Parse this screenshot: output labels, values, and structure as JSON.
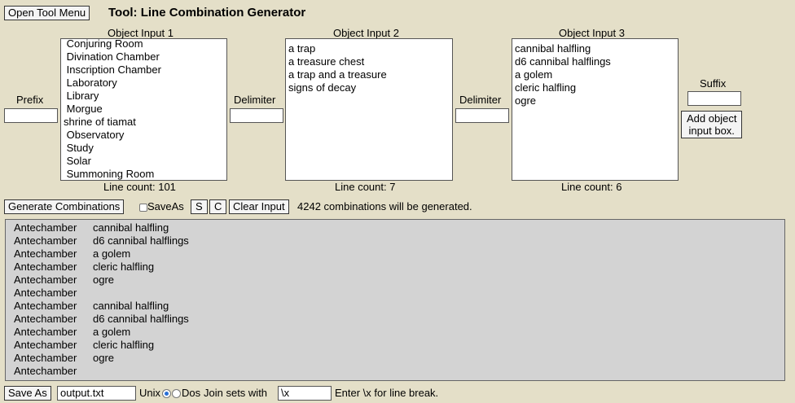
{
  "header": {
    "open_menu_label": "Open Tool Menu",
    "title": "Tool: Line Combination Generator"
  },
  "labels": {
    "prefix": "Prefix",
    "delimiter1": "Delimiter",
    "delimiter2": "Delimiter",
    "suffix": "Suffix",
    "add_box": [
      "Add object",
      "input box."
    ]
  },
  "inputs": [
    {
      "title": "Object Input 1",
      "lines": [
        " Conjuring Room",
        " Divination Chamber",
        " Inscription Chamber",
        " Laboratory",
        " Library",
        " Morgue",
        "shrine of tiamat",
        " Observatory",
        " Study",
        " Solar",
        " Summoning Room"
      ],
      "count": "Line count: 101"
    },
    {
      "title": "Object Input 2",
      "lines": [
        "a trap",
        "a treasure chest",
        "a trap and a treasure",
        "signs of decay"
      ],
      "count": "Line count: 7"
    },
    {
      "title": "Object Input 3",
      "lines": [
        "cannibal halfling",
        "d6 cannibal halflings",
        "a golem",
        "cleric halfling",
        "ogre"
      ],
      "count": "Line count: 6"
    }
  ],
  "controls": {
    "generate_label": "Generate Combinations",
    "saveas_check_label": "SaveAs",
    "s_label": "S",
    "c_label": "C",
    "clear_label": "Clear Input",
    "status": "4242 combinations will be generated."
  },
  "output_rows": [
    [
      "Antechamber",
      "cannibal halfling"
    ],
    [
      "Antechamber",
      "d6 cannibal halflings"
    ],
    [
      "Antechamber",
      "a golem"
    ],
    [
      "Antechamber",
      "cleric halfling"
    ],
    [
      "Antechamber",
      "ogre"
    ],
    [
      "Antechamber",
      ""
    ],
    [
      "Antechamber",
      "cannibal halfling"
    ],
    [
      "Antechamber",
      "d6 cannibal halflings"
    ],
    [
      "Antechamber",
      "a golem"
    ],
    [
      "Antechamber",
      "cleric halfling"
    ],
    [
      "Antechamber",
      "ogre"
    ],
    [
      "Antechamber",
      ""
    ]
  ],
  "footer": {
    "save_as_label": "Save As",
    "filename": "output.txt",
    "unix_label": "Unix",
    "dos_label": "Dos",
    "join_label": "Join sets with",
    "join_value": "\\x",
    "hint": "Enter \\x for line break."
  }
}
